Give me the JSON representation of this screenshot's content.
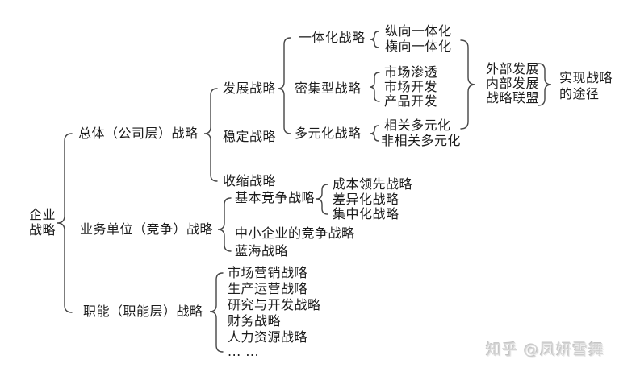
{
  "colors": {
    "background": "#ffffff",
    "text": "#1c1c1c",
    "line": "#454545",
    "watermark": "#d4d4d4"
  },
  "tree": {
    "root": {
      "label": "企业战略",
      "lines": [
        "企业",
        "战略"
      ]
    },
    "branches": [
      {
        "label": "总体（公司层）战略",
        "children": [
          {
            "label": "发展战略",
            "children": [
              {
                "label": "一体化战略",
                "children": [
                  {
                    "label": "纵向一体化"
                  },
                  {
                    "label": "横向一体化"
                  }
                ]
              },
              {
                "label": "密集型战略",
                "children": [
                  {
                    "label": "市场渗透"
                  },
                  {
                    "label": "市场开发"
                  },
                  {
                    "label": "产品开发"
                  }
                ]
              },
              {
                "label": "多元化战略",
                "children": [
                  {
                    "label": "相关多元化"
                  },
                  {
                    "label": "非相关多元化"
                  }
                ]
              }
            ]
          },
          {
            "label": "稳定战略"
          },
          {
            "label": "收缩战略"
          }
        ]
      },
      {
        "label": "业务单位（竞争）战略",
        "children": [
          {
            "label": "基本竞争战略",
            "children": [
              {
                "label": "成本领先战略"
              },
              {
                "label": "差异化战略"
              },
              {
                "label": "集中化战略"
              }
            ]
          },
          {
            "label": "中小企业的竞争战略"
          },
          {
            "label": "蓝海战略"
          }
        ]
      },
      {
        "label": "职能（职能层）战略",
        "children": [
          {
            "label": "市场营销战略"
          },
          {
            "label": "生产运营战略"
          },
          {
            "label": "研究与开发战略"
          },
          {
            "label": "财务战略"
          },
          {
            "label": "人力资源战略"
          },
          {
            "label": "... ..."
          }
        ]
      }
    ]
  },
  "annotation": {
    "items": [
      "外部发展",
      "内部发展",
      "战略联盟"
    ],
    "caption_lines": [
      "实现战略",
      "的途径"
    ]
  },
  "watermark": {
    "text": "知乎 @凤妍雪舞"
  }
}
